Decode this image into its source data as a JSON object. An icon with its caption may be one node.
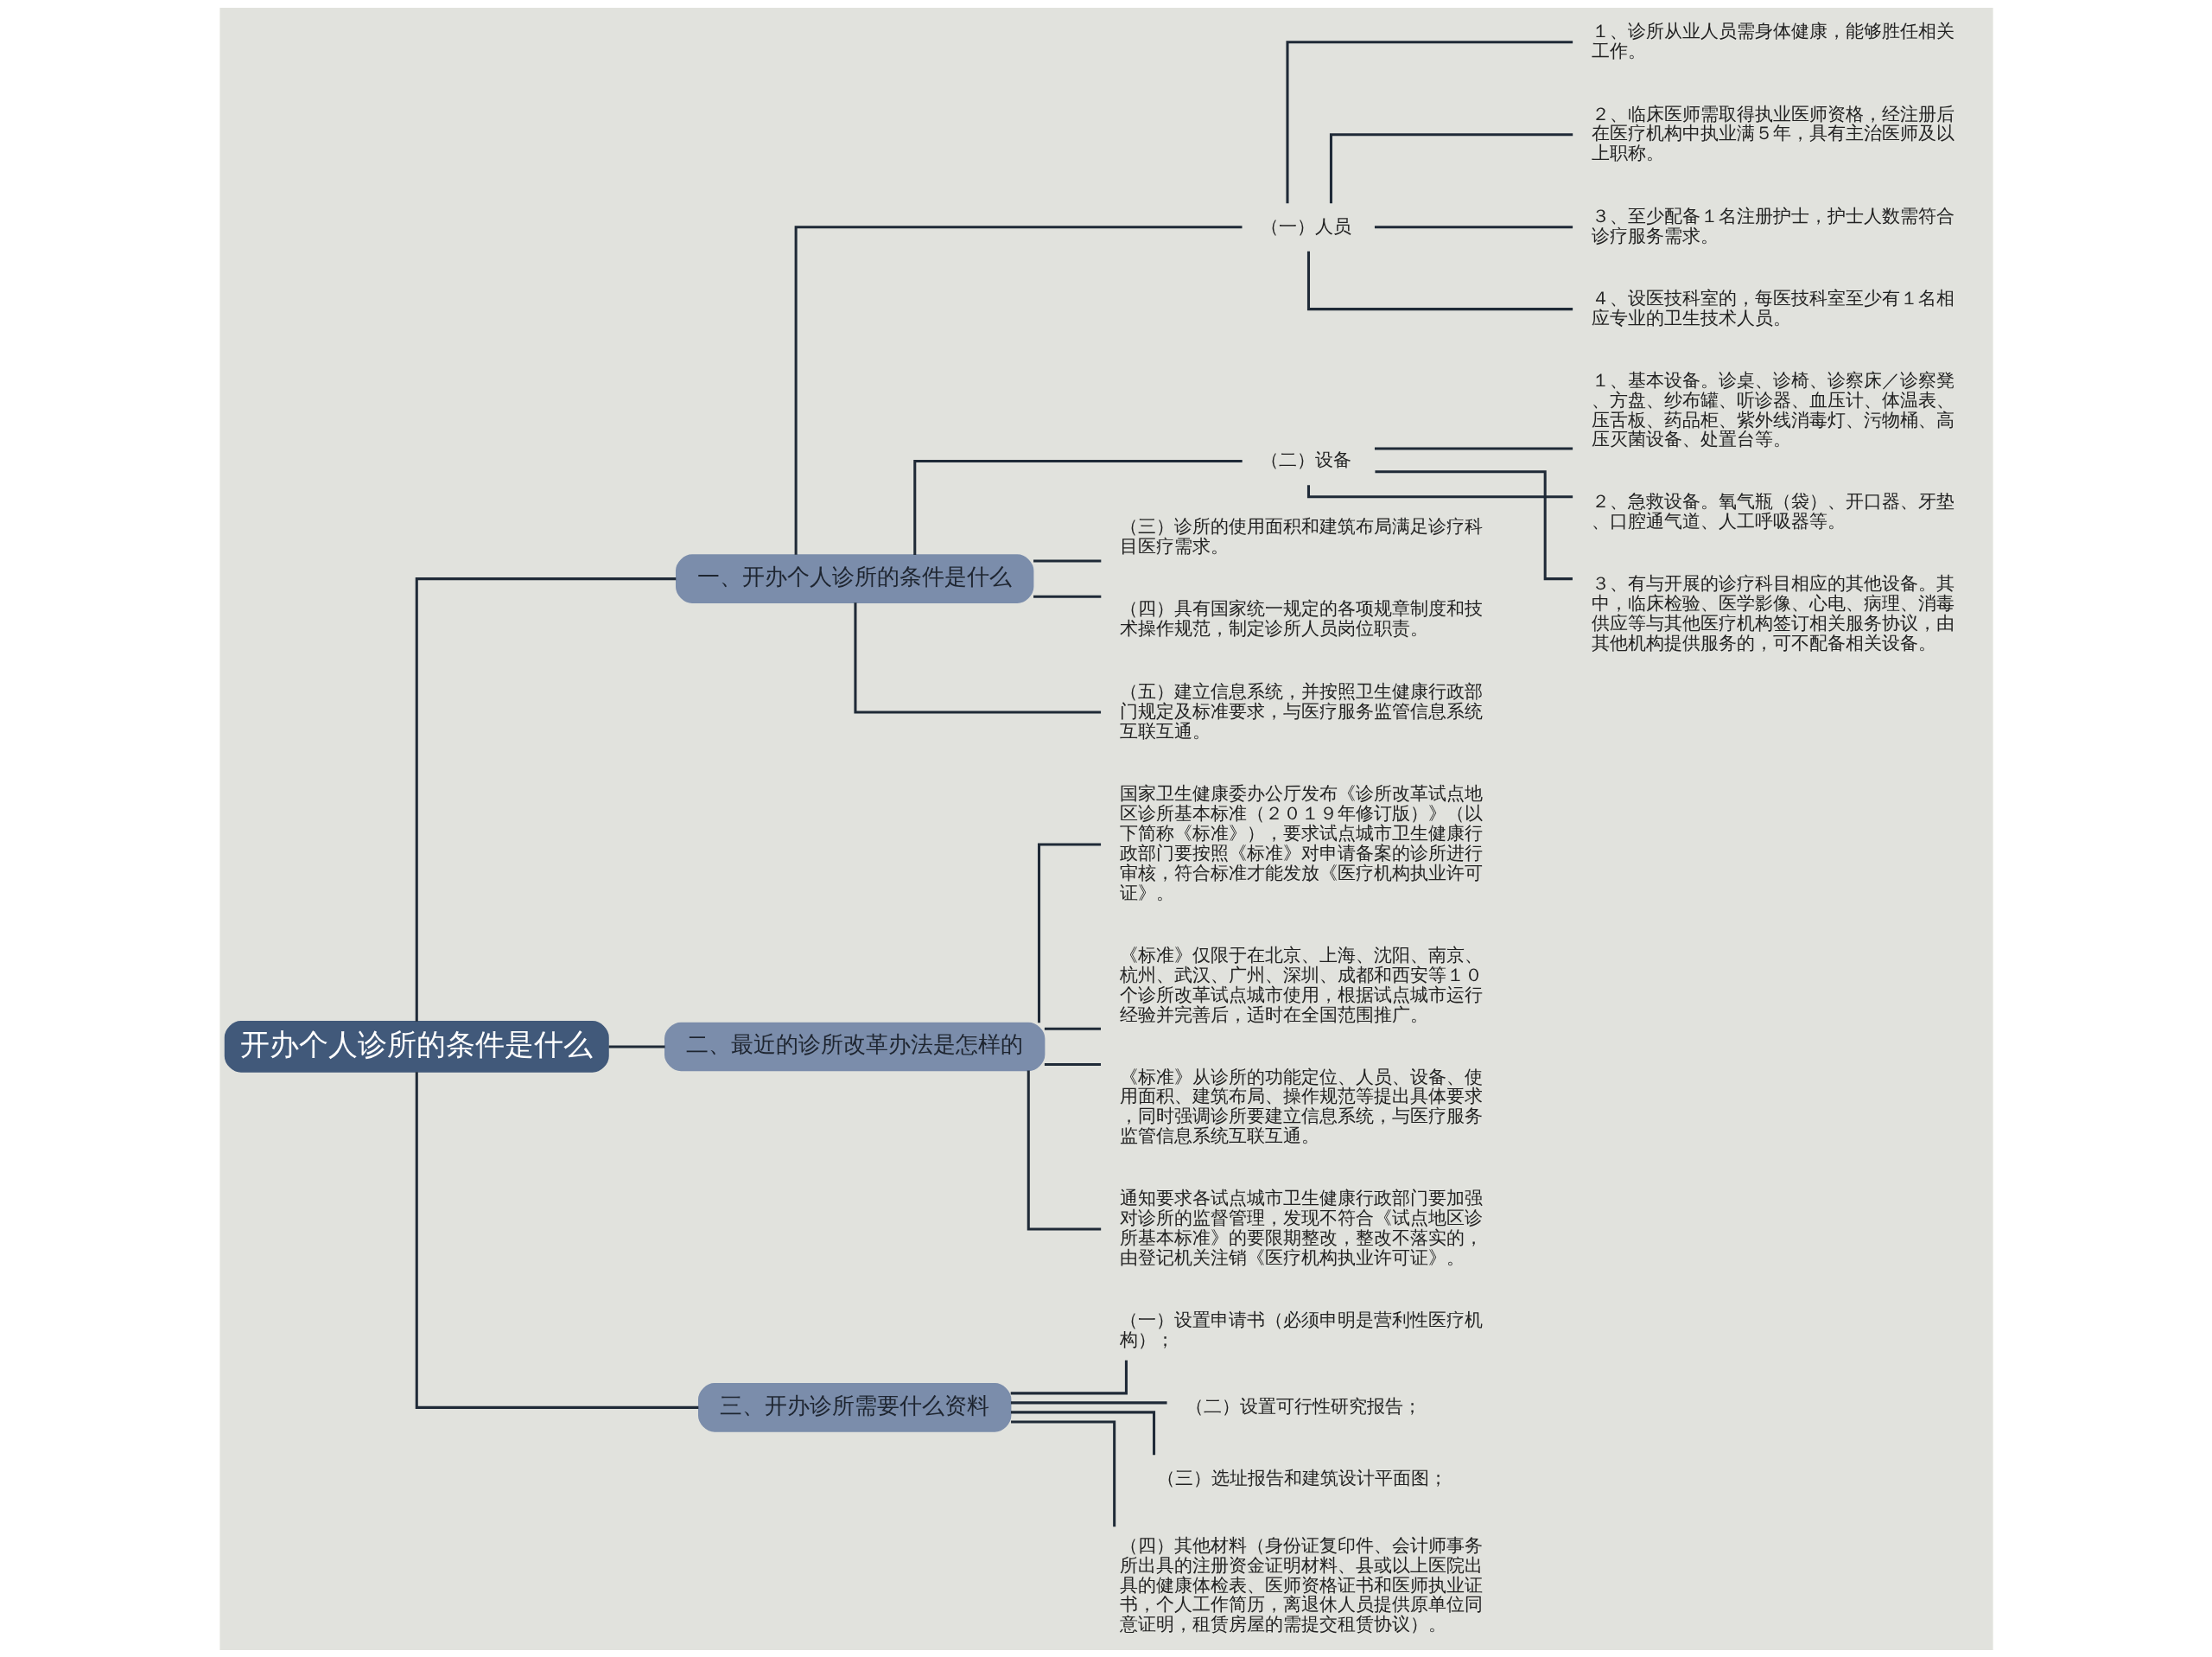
{
  "diagram": {
    "nodes": [
      {
        "text": [
          "开办个人诊所的条件是什么"
        ]
      },
      {
        "text": [
          "一、开办个人诊所的条件是什么"
        ]
      },
      {
        "text": [
          "（一）人员"
        ]
      },
      {
        "text": [
          "１、诊所从业人员需身体健康，能够胜任相关工作。"
        ]
      },
      {
        "text": [
          "２、临床医师需取得执业医师资格，经注册后在医疗机构中执业满５年，具有主治医师及以上职称。"
        ]
      },
      {
        "text": [
          "３、至少配备１名注册护士，护士人数需符合诊疗服务需求。"
        ]
      },
      {
        "text": [
          "４、设医技科室的，每医技科室至少有１名相应专业的卫生技术人员。"
        ]
      },
      {
        "text": [
          "（二）设备"
        ]
      },
      {
        "text": [
          "１、基本设备。诊桌、诊椅、诊察床／诊察凳、方盘、纱布罐、听诊器、血压计、体温表、压舌板、药品柜、紫外线消毒灯、污物桶、高压灭菌设备、处置台等。"
        ]
      },
      {
        "text": [
          "２、急救设备。氧气瓶（袋）、开口器、牙垫、口腔通气道、人工呼吸器等。"
        ]
      },
      {
        "text": [
          "３、有与开展的诊疗科目相应的其他设备。其中，临床检验、医学影像、心电、病理、消毒供应等与其他医疗机构签订相关服务协议，由其他机构提供服务的，可不配备相关设备。"
        ]
      },
      {
        "text": [
          "（三）诊所的使用面积和建筑布局满足诊疗科目医疗需求。"
        ]
      },
      {
        "text": [
          "（四）具有国家统一规定的各项规章制度和技术操作规范，制定诊所人员岗位职责。"
        ]
      },
      {
        "text": [
          "（五）建立信息系统，并按照卫生健康行政部门规定及标准要求，与医疗服务监管信息系统互联互通。"
        ]
      },
      {
        "text": [
          "二、最近的诊所改革办法是怎样的"
        ]
      },
      {
        "text": [
          "国家卫生健康委办公厅发布《诊所改革试点地区诊所基本标准（２０１９年修订版）》（以下简称《标准》），要求试点城市卫生健康行政部门要按照《标准》对申请备案的诊所进行审核，符合标准才能发放《医疗机构执业许可证》。"
        ]
      },
      {
        "text": [
          "《标准》仅限于在北京、上海、沈阳、南京、杭州、武汉、广州、深圳、成都和西安等１０个诊所改革试点城市使用，根据试点城市运行经验并完善后，适时在全国范围推广。"
        ]
      },
      {
        "text": [
          "《标准》从诊所的功能定位、人员、设备、使用面积、建筑布局、操作规范等提出具体要求，同时强调诊所要建立信息系统，与医疗服务监管信息系统互联互通。"
        ]
      },
      {
        "text": [
          "通知要求各试点城市卫生健康行政部门要加强对诊所的监督管理，发现不符合《试点地区诊所基本标准》的要限期整改，整改不落实的，由登记机关注销《医疗机构执业许可证》。"
        ]
      },
      {
        "text": [
          "三、开办诊所需要什么资料"
        ]
      },
      {
        "text": [
          "（一）设置申请书（必须申明是营利性医疗机构）；"
        ]
      },
      {
        "text": [
          "（二）设置可行性研究报告；"
        ]
      },
      {
        "text": [
          "（三）选址报告和建筑设计平面图；"
        ]
      },
      {
        "text": [
          "（四）其他材料（身份证复印件、会计师事务所出具的注册资金证明材料、县或以上医院出具的健康体检表、医师资格证书和医师执业证书，个人工作简历，离退休人员提供原单位同意证明，租赁房屋的需提交租赁协议）。"
        ]
      }
    ],
    "edges": [
      {
        "from": 0,
        "to": 1,
        "arrow": "none"
      },
      {
        "from": 1,
        "to": 2,
        "arrow": "none"
      },
      {
        "from": 2,
        "to": 3,
        "arrow": "none"
      },
      {
        "from": 2,
        "to": 4,
        "arrow": "none"
      },
      {
        "from": 2,
        "to": 5,
        "arrow": "none"
      },
      {
        "from": 2,
        "to": 6,
        "arrow": "none"
      },
      {
        "from": 1,
        "to": 7,
        "arrow": "none"
      },
      {
        "from": 7,
        "to": 8,
        "arrow": "none"
      },
      {
        "from": 7,
        "to": 9,
        "arrow": "none"
      },
      {
        "from": 7,
        "to": 10,
        "arrow": "none"
      },
      {
        "from": 1,
        "to": 11,
        "arrow": "none"
      },
      {
        "from": 1,
        "to": 12,
        "arrow": "none"
      },
      {
        "from": 1,
        "to": 13,
        "arrow": "none"
      },
      {
        "from": 0,
        "to": 14,
        "arrow": "none"
      },
      {
        "from": 14,
        "to": 15,
        "arrow": "none"
      },
      {
        "from": 14,
        "to": 16,
        "arrow": "none"
      },
      {
        "from": 14,
        "to": 17,
        "arrow": "none"
      },
      {
        "from": 14,
        "to": 18,
        "arrow": "none"
      },
      {
        "from": 0,
        "to": 19,
        "arrow": "none"
      },
      {
        "from": 19,
        "to": 20,
        "arrow": "none"
      },
      {
        "from": 19,
        "to": 21,
        "arrow": "none"
      },
      {
        "from": 19,
        "to": 22,
        "arrow": "none"
      },
      {
        "from": 19,
        "to": 23,
        "arrow": "none"
      }
    ]
  }
}
